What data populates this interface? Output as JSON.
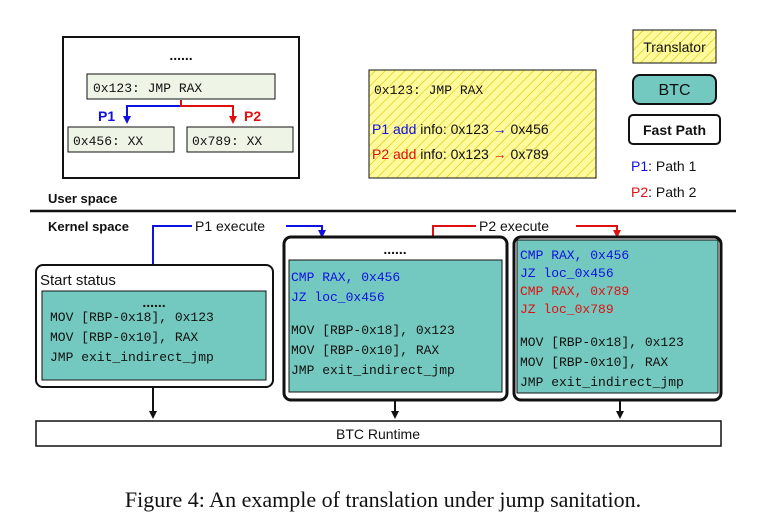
{
  "user_box": {
    "dots": "......",
    "instr": "0x123: JMP RAX",
    "p1_label": "P1",
    "p2_label": "P2",
    "target1": "0x456: XX",
    "target2": "0x789: XX"
  },
  "translator_box": {
    "instr": "0x123: JMP RAX",
    "line1": {
      "path": "P1",
      "add": "add",
      "info": "info: 0x123",
      "arrow": "→",
      "target": "0x456"
    },
    "line2": {
      "path": "P2",
      "add": "add",
      "info": "info: 0x123",
      "arrow": "→",
      "target": "0x789"
    }
  },
  "legend": {
    "translator": "Translator",
    "btc": "BTC",
    "fast_path": "Fast Path",
    "p1": "P1",
    "p1_text": ": Path 1",
    "p2": "P2",
    "p2_text": ": Path 2"
  },
  "spaces": {
    "user": "User space",
    "kernel": "Kernel space"
  },
  "exec_labels": {
    "p1": "P1 execute",
    "p2": "P2 execute"
  },
  "start_block": {
    "title": "Start status",
    "dots": "......",
    "lines": [
      "MOV [RBP-0x18], 0x123",
      "MOV [RBP-0x10], RAX",
      "JMP exit_indirect_jmp"
    ]
  },
  "block2": {
    "dots": "......",
    "blue_lines": [
      "CMP RAX, 0x456",
      "JZ loc_0x456"
    ],
    "lines": [
      "MOV [RBP-0x18], 0x123",
      "MOV [RBP-0x10], RAX",
      "JMP exit_indirect_jmp"
    ]
  },
  "block3": {
    "blue_lines": [
      "CMP RAX, 0x456",
      "JZ loc_0x456"
    ],
    "red_lines": [
      "CMP RAX, 0x789",
      "JZ loc_0x789"
    ],
    "lines": [
      "MOV [RBP-0x18], 0x123",
      "MOV [RBP-0x10], RAX",
      "JMP exit_indirect_jmp"
    ]
  },
  "runtime": "BTC Runtime",
  "caption": "Figure 4: An example of translation under jump sanitation.",
  "colors": {
    "teal": "#73c9bf",
    "pale_green": "#eef5e6",
    "yellow": "#fffa9c",
    "blue": "#1010e0",
    "red": "#e01010"
  }
}
